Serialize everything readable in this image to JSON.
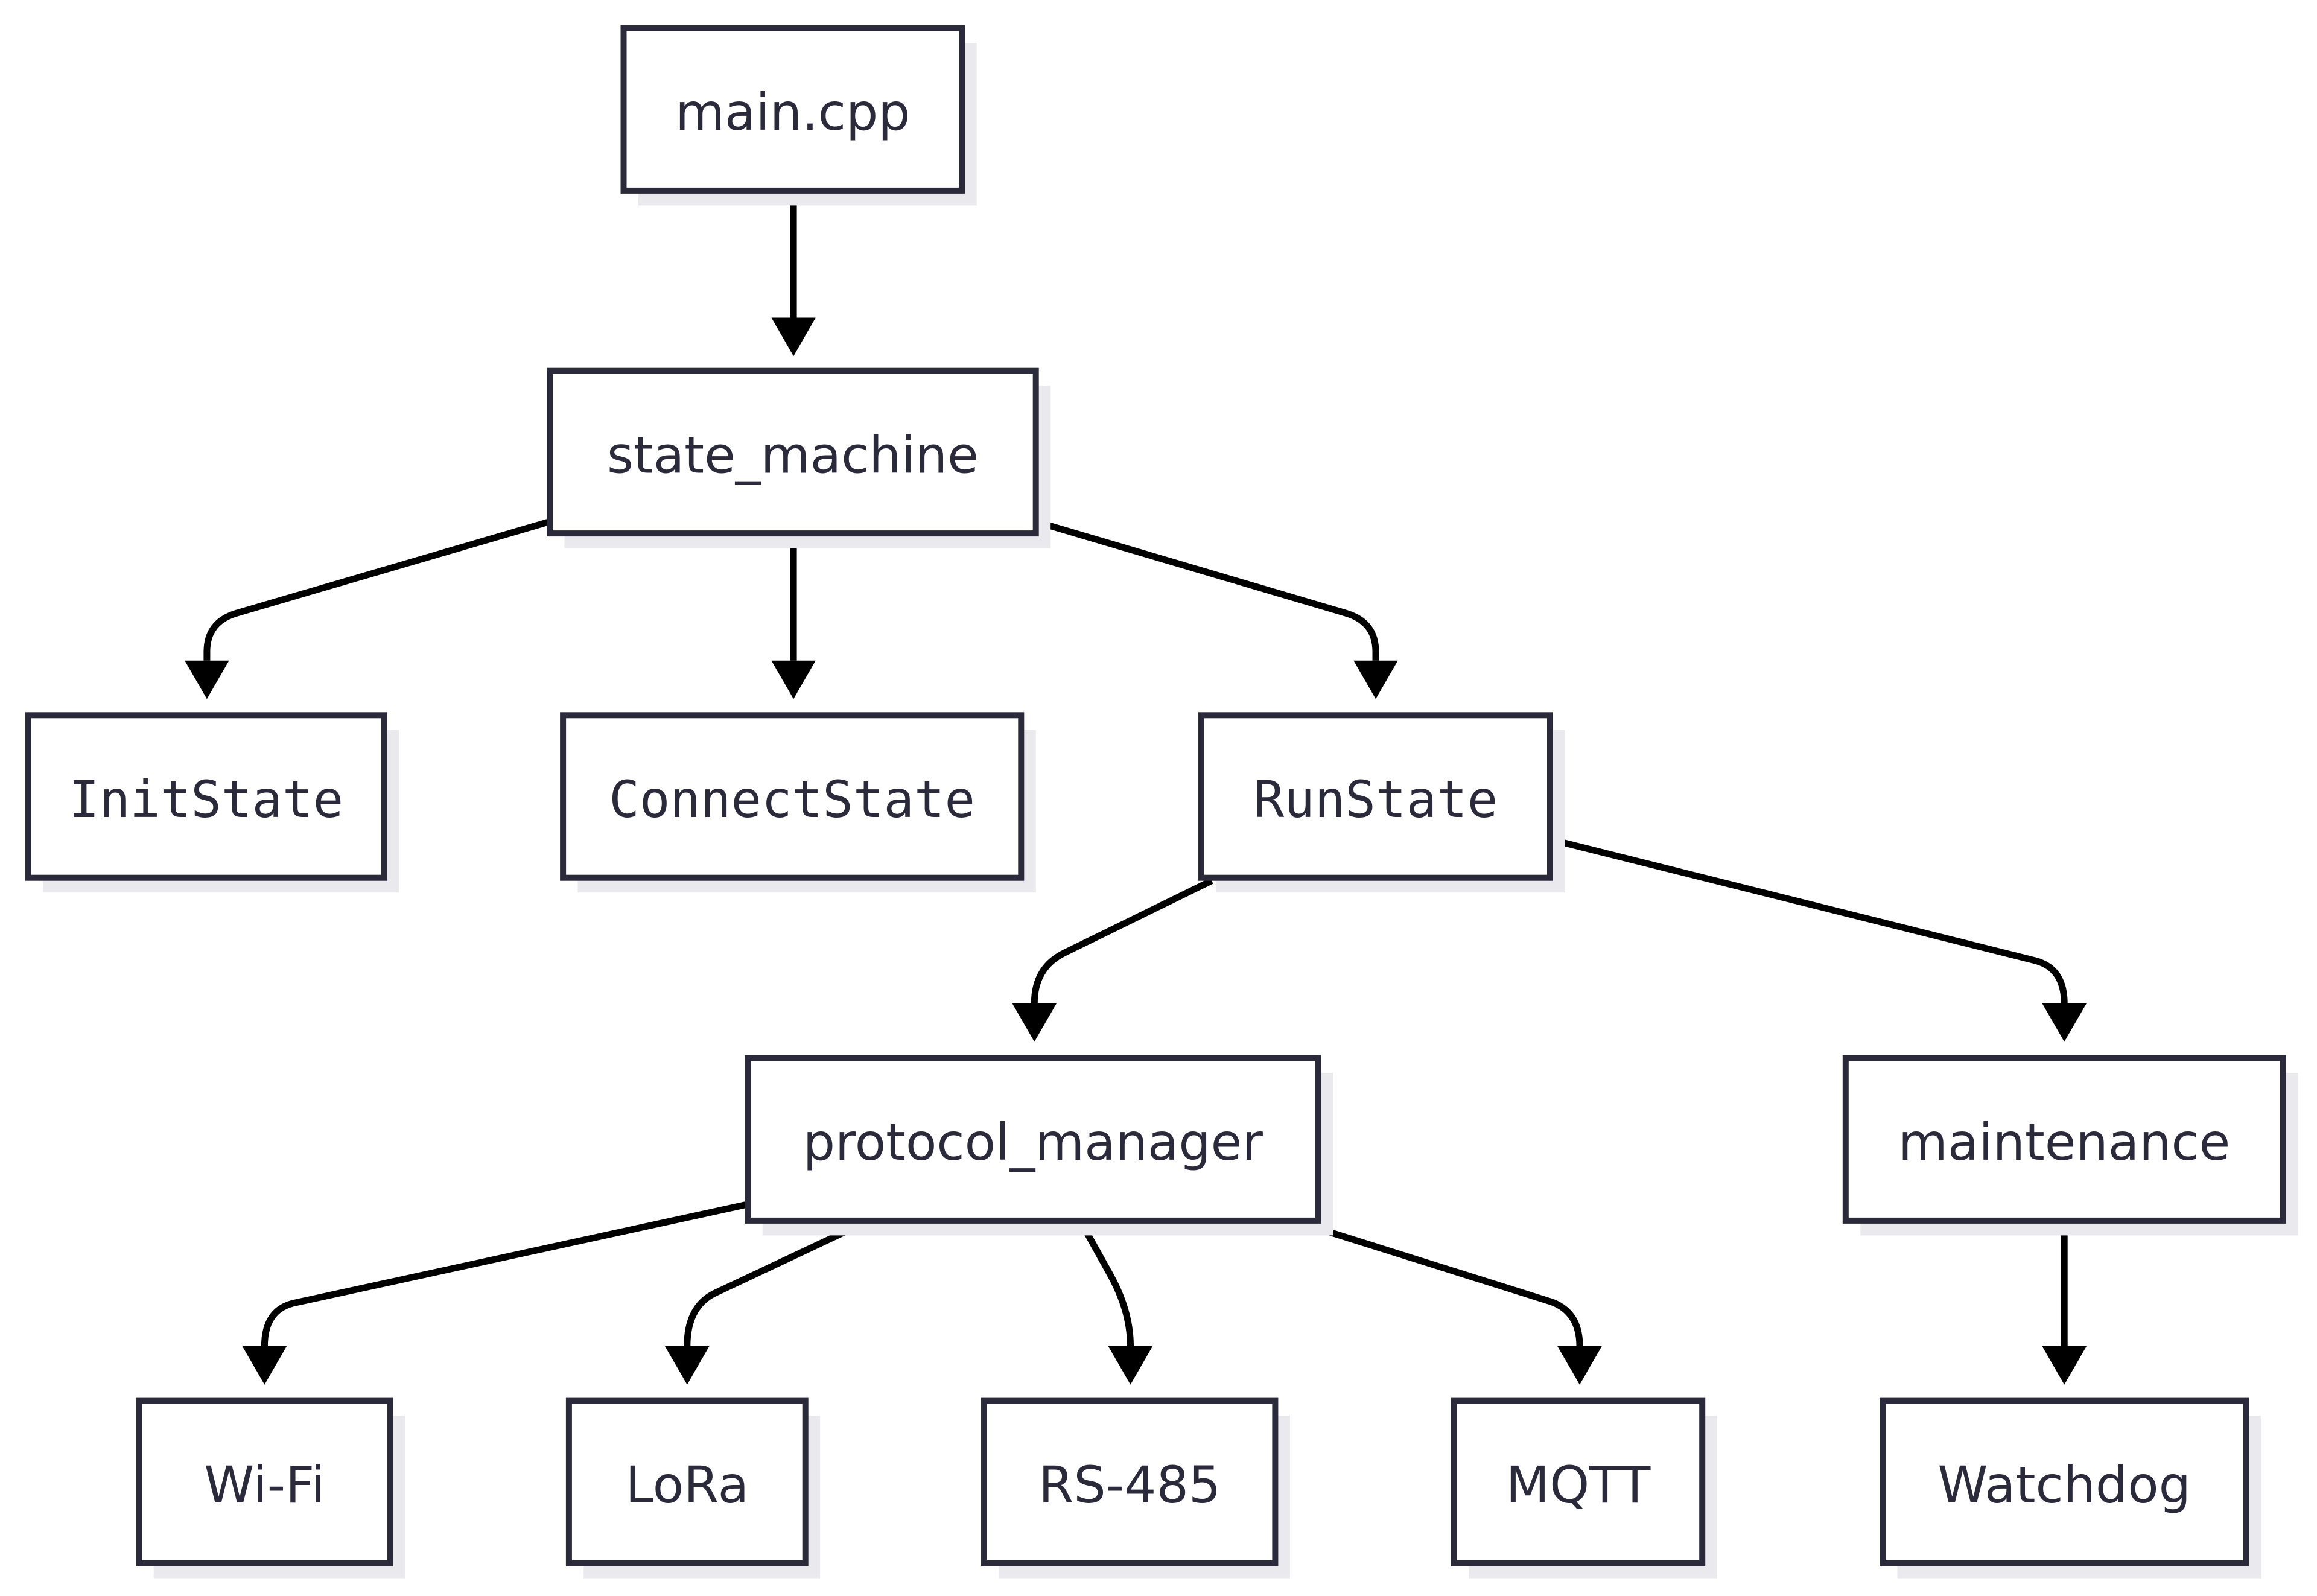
{
  "nodes": [
    {
      "id": "main",
      "label": "main.cpp",
      "mono": false
    },
    {
      "id": "state_machine",
      "label": "state_machine",
      "mono": false
    },
    {
      "id": "init",
      "label": "InitState",
      "mono": true
    },
    {
      "id": "connect",
      "label": "ConnectState",
      "mono": true
    },
    {
      "id": "run",
      "label": "RunState",
      "mono": true
    },
    {
      "id": "protocol_manager",
      "label": "protocol_manager",
      "mono": false
    },
    {
      "id": "maintenance",
      "label": "maintenance",
      "mono": false
    },
    {
      "id": "wifi",
      "label": "Wi-Fi",
      "mono": false
    },
    {
      "id": "lora",
      "label": "LoRa",
      "mono": false
    },
    {
      "id": "rs485",
      "label": "RS-485",
      "mono": false
    },
    {
      "id": "mqtt",
      "label": "MQTT",
      "mono": false
    },
    {
      "id": "watchdog",
      "label": "Watchdog",
      "mono": false
    }
  ],
  "edges": [
    {
      "from": "main",
      "to": "state_machine"
    },
    {
      "from": "state_machine",
      "to": "init"
    },
    {
      "from": "state_machine",
      "to": "connect"
    },
    {
      "from": "state_machine",
      "to": "run"
    },
    {
      "from": "run",
      "to": "protocol_manager"
    },
    {
      "from": "run",
      "to": "maintenance"
    },
    {
      "from": "protocol_manager",
      "to": "wifi"
    },
    {
      "from": "protocol_manager",
      "to": "lora"
    },
    {
      "from": "protocol_manager",
      "to": "rs485"
    },
    {
      "from": "protocol_manager",
      "to": "mqtt"
    },
    {
      "from": "maintenance",
      "to": "watchdog"
    }
  ],
  "colors": {
    "node_border": "#2b2a3b",
    "node_text": "#2b2a3b",
    "edge": "#000000",
    "shadow": "#e9e9ee",
    "background": "#ffffff"
  }
}
